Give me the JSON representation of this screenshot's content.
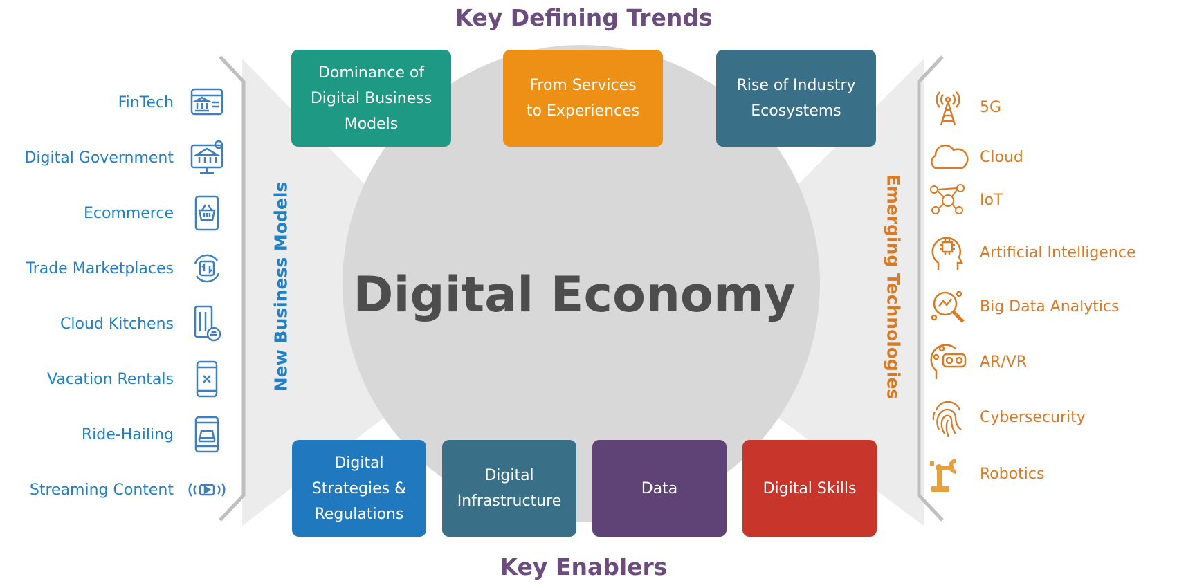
{
  "headings": {
    "top": "Key Defining Trends",
    "bottom": "Key Enablers"
  },
  "center": {
    "title": "Digital Economy"
  },
  "trends": [
    {
      "label": "Dominance of\nDigital Business\nModels",
      "color": "#1e9a84"
    },
    {
      "label": "From Services\nto Experiences",
      "color": "#ee8f16"
    },
    {
      "label": "Rise of Industry\nEcosystems",
      "color": "#3a6f88"
    }
  ],
  "enablers": [
    {
      "label": "Digital\nStrategies &\nRegulations",
      "color": "#2078bf"
    },
    {
      "label": "Digital\nInfrastructure",
      "color": "#3a6f88"
    },
    {
      "label": "Data",
      "color": "#5f4276"
    },
    {
      "label": "Digital Skills",
      "color": "#c7352b"
    }
  ],
  "new_business_models": {
    "title": "New Business Models",
    "color": "#1f80c8",
    "items": [
      {
        "label": "FinTech",
        "icon": "bank-browser-icon"
      },
      {
        "label": "Digital Government",
        "icon": "government-building-monitor-icon"
      },
      {
        "label": "Ecommerce",
        "icon": "shopping-basket-phone-icon"
      },
      {
        "label": "Trade Marketplaces",
        "icon": "exchange-cycle-icon"
      },
      {
        "label": "Cloud Kitchens",
        "icon": "kitchen-phone-icon"
      },
      {
        "label": "Vacation Rentals",
        "icon": "phone-x-icon"
      },
      {
        "label": "Ride-Hailing",
        "icon": "car-phone-icon"
      },
      {
        "label": "Streaming Content",
        "icon": "play-stream-icon"
      }
    ]
  },
  "emerging_technologies": {
    "title": "Emerging Technologies",
    "color": "#d97a24",
    "items": [
      {
        "label": "5G",
        "icon": "antenna-tower-icon"
      },
      {
        "label": "Cloud",
        "icon": "cloud-icon"
      },
      {
        "label": "IoT",
        "icon": "network-nodes-icon"
      },
      {
        "label": "Artificial Intelligence",
        "icon": "ai-head-chip-icon"
      },
      {
        "label": "Big Data Analytics",
        "icon": "magnifier-chart-icon"
      },
      {
        "label": "AR/VR",
        "icon": "vr-headset-icon"
      },
      {
        "label": "Cybersecurity",
        "icon": "fingerprint-icon"
      },
      {
        "label": "Robotics",
        "icon": "robot-arm-icon"
      }
    ]
  }
}
